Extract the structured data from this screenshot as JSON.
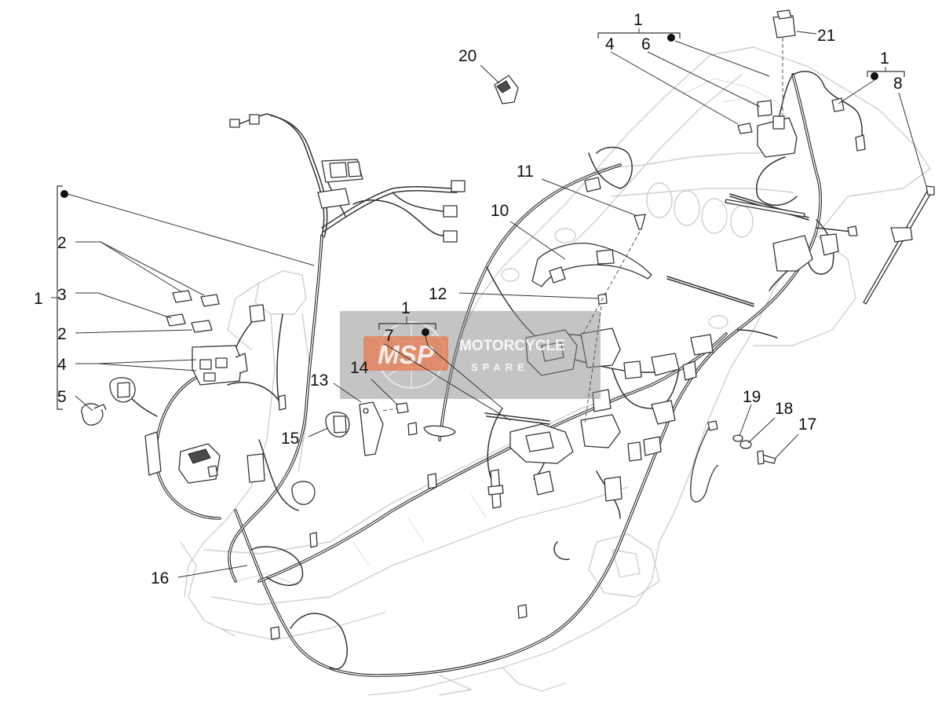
{
  "diagram": {
    "callouts": {
      "c1_left": "1",
      "c2_a": "2",
      "c3": "3",
      "c2_b": "2",
      "c4_left": "4",
      "c5": "5",
      "c1_top": "1",
      "c4_top": "4",
      "c6": "6",
      "c1_right": "1",
      "c8": "8",
      "c1_mid": "1",
      "c7": "7",
      "c10": "10",
      "c11": "11",
      "c12": "12",
      "c13": "13",
      "c14": "14",
      "c15": "15",
      "c16": "16",
      "c17": "17",
      "c18": "18",
      "c19": "19",
      "c20": "20",
      "c21": "21"
    },
    "watermark": {
      "logo_text": "MSP",
      "name_text": "MOTORCYCLE",
      "sub_text": "SPARE"
    },
    "colors": {
      "lines": "#333333",
      "frame": "#cfcfcf",
      "watermark_accent": "#e8794f"
    }
  }
}
